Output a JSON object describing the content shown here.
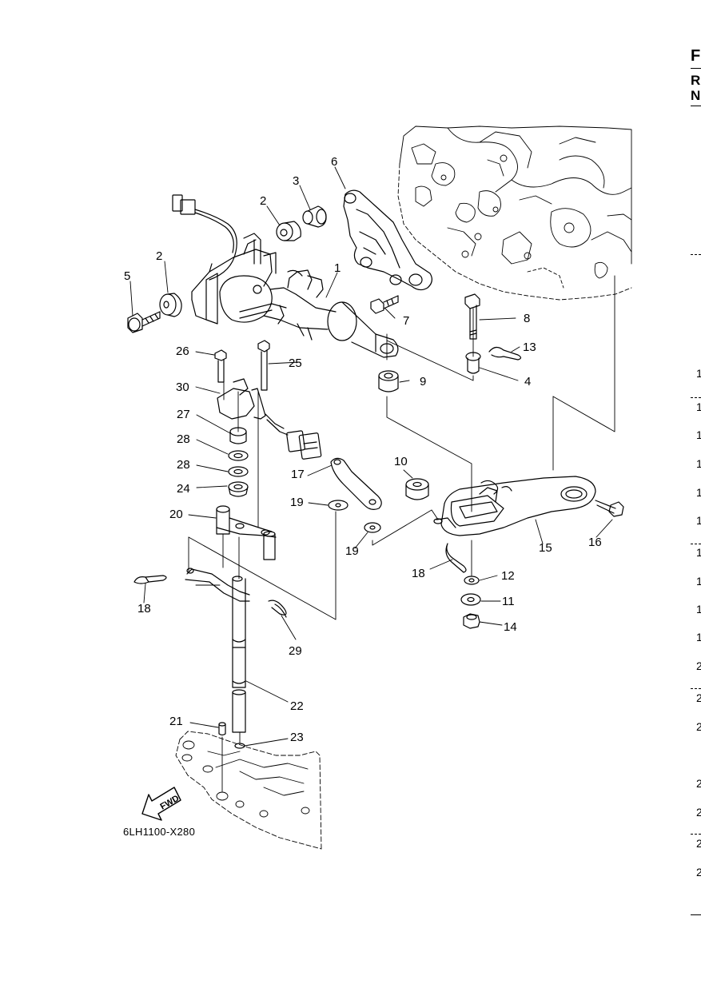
{
  "callouts": [
    "1",
    "2",
    "2",
    "3",
    "4",
    "5",
    "6",
    "7",
    "8",
    "9",
    "10",
    "11",
    "12",
    "13",
    "14",
    "15",
    "16",
    "17",
    "18",
    "18",
    "19",
    "19",
    "20",
    "21",
    "22",
    "23",
    "24",
    "25",
    "26",
    "27",
    "28",
    "28",
    "29",
    "30"
  ],
  "fwd_label": "FWD",
  "diagram_code": "6LH1100-X280",
  "page_edge": {
    "header_letters": [
      "F",
      "R",
      "N"
    ],
    "numbers": [
      "1",
      "1",
      "1",
      "1",
      "1",
      "1",
      "1",
      "1",
      "1",
      "1",
      "2",
      "2",
      "2",
      "2",
      "2",
      "2",
      "2"
    ]
  }
}
